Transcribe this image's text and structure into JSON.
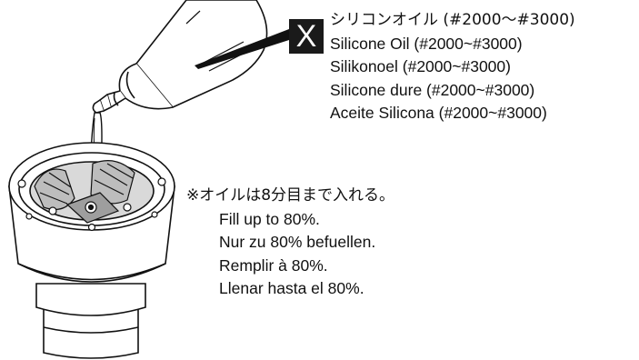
{
  "oil": {
    "badge": "X",
    "label_ja": "シリコンオイル (#2000～#3000)",
    "label_en": "Silicone Oil (#2000~#3000)",
    "label_de": "Silikonoel (#2000~#3000)",
    "label_fr": "Silicone dure (#2000~#3000)",
    "label_es": "Aceite Silicona (#2000~#3000)"
  },
  "fill": {
    "note_ja": "※オイルは8分目まで入れる。",
    "note_en": "Fill up to 80%.",
    "note_de": "Nur zu 80% befuellen.",
    "note_fr": "Remplir à 80%.",
    "note_es": "Llenar hasta el 80%."
  }
}
